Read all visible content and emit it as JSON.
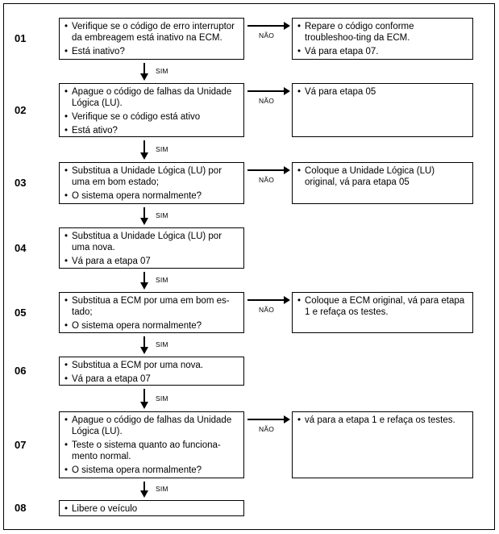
{
  "yes_label": "SIM",
  "no_label": "NÃO",
  "steps": [
    {
      "number": "01",
      "box": [
        "Verifique se o código de erro interruptor da embreagem está inativo na ECM.",
        "Está inativo?"
      ],
      "no_box": [
        "Repare o código conforme troubleshoo-ting da ECM.",
        "Vá para etapa 07."
      ]
    },
    {
      "number": "02",
      "box": [
        "Apague o código de falhas da Unidade Lógica (LU).",
        "Verifique se o código está ativo",
        "Está ativo?"
      ],
      "no_box": [
        "Vá para etapa 05"
      ]
    },
    {
      "number": "03",
      "box": [
        "Substitua a Unidade Lógica (LU) por uma em bom estado;",
        "O sistema opera normalmente?"
      ],
      "no_box": [
        "Coloque a Unidade Lógica (LU) original, vá para etapa 05"
      ]
    },
    {
      "number": "04",
      "box": [
        "Substitua a Unidade Lógica (LU) por uma nova.",
        "Vá para a etapa 07"
      ]
    },
    {
      "number": "05",
      "box": [
        "Substitua a ECM por uma em bom es-tado;",
        "O sistema opera normalmente?"
      ],
      "no_box": [
        "Coloque a ECM original, vá para etapa 1 e refaça os testes."
      ]
    },
    {
      "number": "06",
      "box": [
        "Substitua a ECM por uma nova.",
        "Vá para a etapa 07"
      ]
    },
    {
      "number": "07",
      "box": [
        "Apague o código de falhas da Unidade Lógica (LU).",
        "Teste o sistema quanto ao funciona-mento normal.",
        "O sistema opera normalmente?"
      ],
      "no_box": [
        "vá para a etapa 1 e refaça os testes."
      ]
    },
    {
      "number": "08",
      "box": [
        "Libere o veículo"
      ]
    }
  ]
}
